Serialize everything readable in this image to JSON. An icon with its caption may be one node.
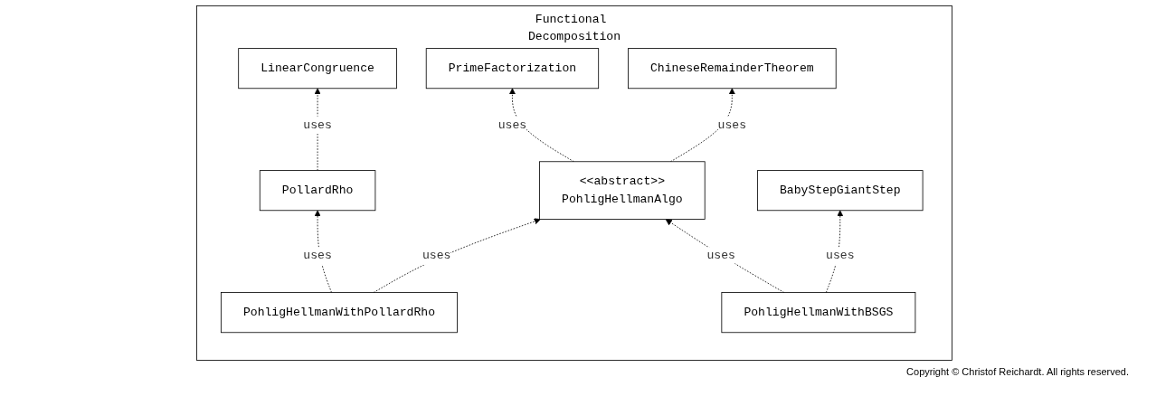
{
  "diagram": {
    "nodes": [
      {
        "text": [
          "Functional Decomposition"
        ]
      },
      {
        "text": [
          "LinearCongruence"
        ],
        "in": 0
      },
      {
        "text": [
          "PrimeFactorization"
        ],
        "in": 0
      },
      {
        "text": [
          "ChineseRemainderTheorem"
        ],
        "in": 0
      },
      {
        "text": [
          "PollardRho"
        ],
        "in": 0
      },
      {
        "text": [
          "<<abstract>>",
          "PohligHellmanAlgo"
        ],
        "in": 0
      },
      {
        "text": [
          "BabyStepGiantStep"
        ],
        "in": 0
      },
      {
        "text": [
          "PohligHellmanWithPollardRho"
        ],
        "in": 0
      },
      {
        "text": [
          "PohligHellmanWithBSGS"
        ],
        "in": 0
      }
    ],
    "edges": [
      {
        "from": 4,
        "to": 1,
        "arrow": "to",
        "label": "uses",
        "style": "dashed"
      },
      {
        "from": 5,
        "to": 2,
        "arrow": "to",
        "label": "uses",
        "style": "dashed"
      },
      {
        "from": 5,
        "to": 3,
        "arrow": "to",
        "label": "uses",
        "style": "dashed"
      },
      {
        "from": 7,
        "to": 4,
        "arrow": "to",
        "label": "uses",
        "style": "dashed"
      },
      {
        "from": 7,
        "to": 5,
        "arrow": "to",
        "label": "uses",
        "style": "dashed"
      },
      {
        "from": 8,
        "to": 5,
        "arrow": "to",
        "label": "uses",
        "style": "dashed"
      },
      {
        "from": 8,
        "to": 6,
        "arrow": "to",
        "label": "uses",
        "style": "dashed"
      }
    ],
    "labels": [
      "Copyright © Christof Reichardt. All rights reserved."
    ]
  }
}
